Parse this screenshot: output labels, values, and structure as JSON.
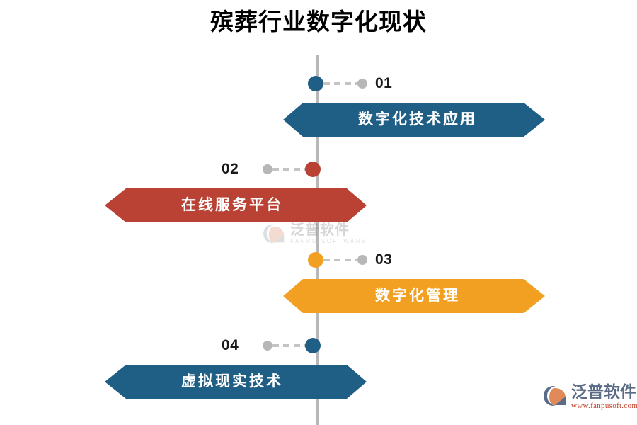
{
  "page": {
    "title": "殡葬行业数字化现状"
  },
  "colors": {
    "blue": "#1F5E85",
    "red": "#B94234",
    "orange": "#F2A022",
    "axis_gray": "#B7B7B7",
    "number_black": "#1A1A1A",
    "banner_text": "#FFFFFF"
  },
  "timeline": {
    "items": [
      {
        "number": "01",
        "label": "数字化技术应用",
        "color": "#1F5E85",
        "side": "right"
      },
      {
        "number": "02",
        "label": "在线服务平台",
        "color": "#B94234",
        "side": "left"
      },
      {
        "number": "03",
        "label": "数字化管理",
        "color": "#F2A022",
        "side": "right"
      },
      {
        "number": "04",
        "label": "虚拟现实技术",
        "color": "#1F5E85",
        "side": "left"
      }
    ]
  },
  "watermark": {
    "cn": "泛普软件",
    "en": "FANPU SOFTWARE",
    "icon": "fanpu-logo-mark-icon"
  },
  "brand_logo": {
    "cn": "泛普软件",
    "url": "www.fanpusoft.com",
    "icon": "fanpu-logo-mark-icon"
  }
}
